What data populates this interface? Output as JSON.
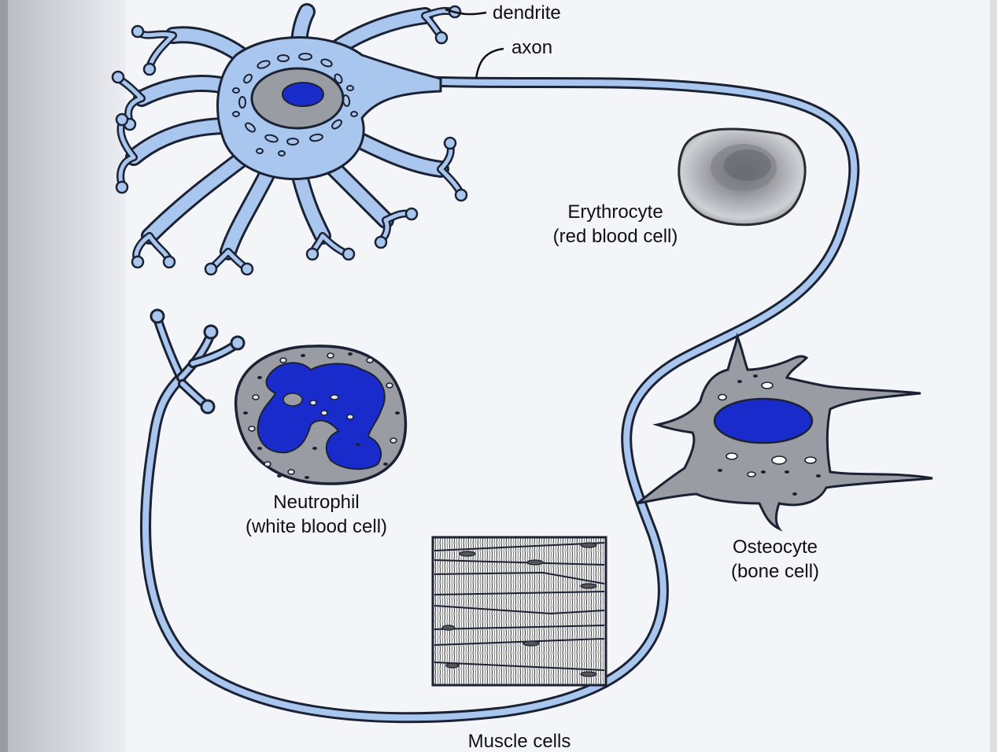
{
  "labels": {
    "dendrite": "dendrite",
    "axon": "axon",
    "erythrocyte_name": "Erythrocyte",
    "erythrocyte_desc": "(red blood cell)",
    "neutrophil_name": "Neutrophil",
    "neutrophil_desc": "(white blood cell)",
    "osteocyte_name": "Osteocyte",
    "osteocyte_desc": "(bone cell)",
    "muscle": "Muscle cells"
  },
  "colors": {
    "neuron_fill": "#a9c6ef",
    "neuron_outline": "#1a2233",
    "nucleus_blue": "#1a2bcc",
    "cytoplasm_gray": "#9a9ca3",
    "page_background": "#f4f5f9",
    "left_margin_gray": "#c9cbd2"
  }
}
